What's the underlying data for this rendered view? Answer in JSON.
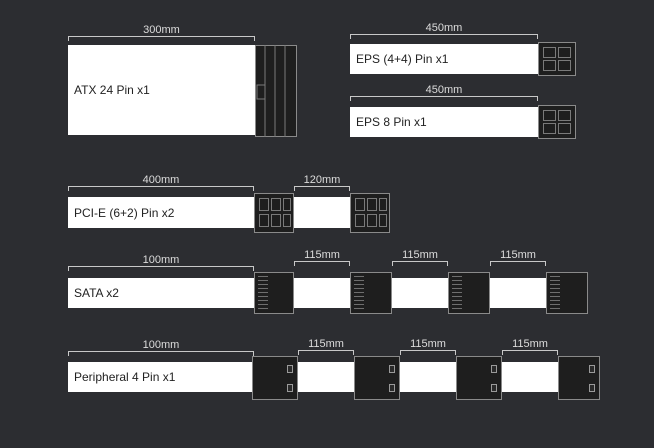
{
  "cables": {
    "atx": {
      "label": "ATX 24 Pin x1",
      "length": "300mm"
    },
    "eps44": {
      "label": "EPS (4+4) Pin x1",
      "length": "450mm"
    },
    "eps8": {
      "label": "EPS 8 Pin x1",
      "length": "450mm"
    },
    "pcie": {
      "label": "PCI-E (6+2) Pin x2",
      "length": "400mm",
      "segment": "120mm"
    },
    "sata": {
      "label": "SATA x2",
      "length": "100mm",
      "segments": [
        "115mm",
        "115mm",
        "115mm"
      ]
    },
    "peripheral": {
      "label": "Peripheral 4 Pin x1",
      "length": "100mm",
      "segments": [
        "115mm",
        "115mm",
        "115mm"
      ]
    }
  }
}
